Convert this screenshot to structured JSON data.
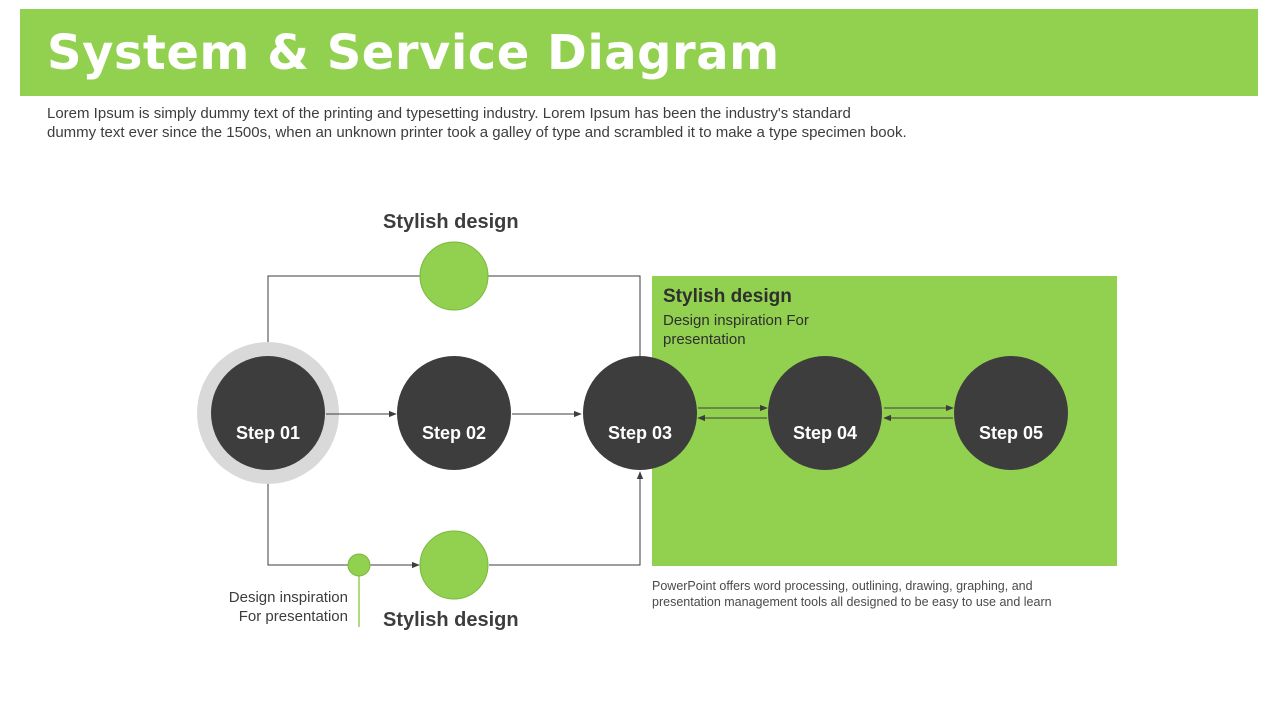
{
  "header": {
    "title": "System & Service Diagram"
  },
  "intro": {
    "line1": "Lorem Ipsum is simply dummy text of the printing and typesetting industry. Lorem Ipsum has been the industry's standard",
    "line2": "dummy text ever since the 1500s, when an unknown printer took a galley of type and scrambled it to make a type specimen book."
  },
  "diagram": {
    "top_label": "Stylish design",
    "bottom_label": "Stylish design",
    "side_note": {
      "line1": "Design inspiration",
      "line2": "For presentation"
    },
    "steps": [
      "Step 01",
      "Step 02",
      "Step 03",
      "Step 04",
      "Step 05"
    ],
    "panel": {
      "title": "Stylish design",
      "desc": "Design inspiration For presentation",
      "footer_line1": "PowerPoint offers word processing, outlining, drawing, graphing, and",
      "footer_line2": "presentation management tools all designed to be easy to use and learn"
    }
  },
  "colors": {
    "accent_green": "#92d050",
    "step_dark": "#3d3d3d",
    "halo_gray": "#d9d9d9"
  }
}
